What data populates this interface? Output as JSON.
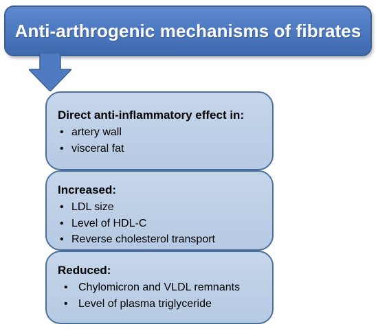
{
  "title": "Anti-arthrogenic mechanisms of fibrates",
  "colors": {
    "title_fill": "#4f7bc2",
    "title_border": "#3a5f95",
    "arrow_fill": "#4f7bc2",
    "card_fill": "#b9cce4",
    "card_border": "#4a6f9f"
  },
  "arrow_icon": "down-arrow-icon",
  "cards": [
    {
      "heading": "Direct anti-inflammatory effect in:",
      "items": [
        "artery wall",
        "visceral fat"
      ]
    },
    {
      "heading": "Increased:",
      "items": [
        "LDL size",
        "Level of HDL-C",
        "Reverse cholesterol transport"
      ]
    },
    {
      "heading": "Reduced:",
      "items": [
        "Chylomicron and VLDL remnants",
        "Level of plasma triglyceride"
      ]
    }
  ]
}
